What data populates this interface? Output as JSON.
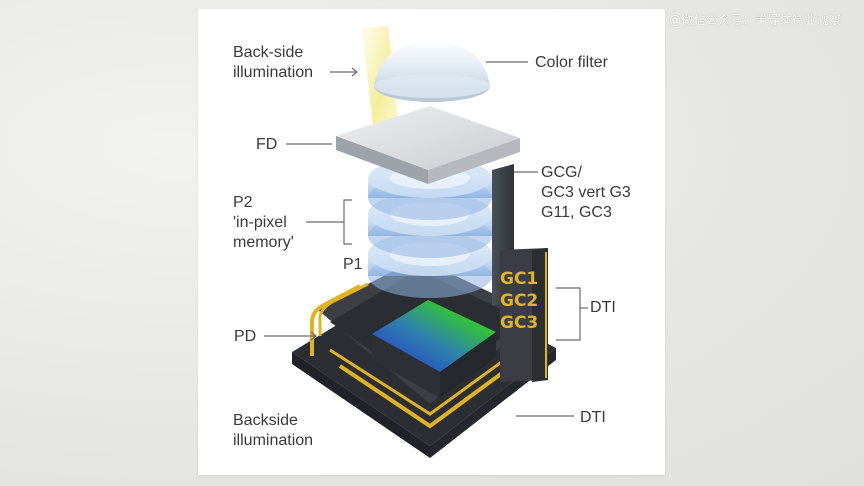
{
  "watermark": "@微信公众号：半导体行业观察",
  "labels": {
    "back_side_illumination_top_line1": "Back-side",
    "back_side_illumination_top_line2": "illumination",
    "color_filter": "Color filter",
    "fd": "FD",
    "gcg_line1": "GCG/",
    "gcg_line2": "GC3 vert G3",
    "gcg_line3": "G11, GC3",
    "p2_line1": "P2",
    "p2_line2": "'in-pixel",
    "p2_line3": "memory'",
    "p1": "P1",
    "gc1": "GC1",
    "gc2": "GC2",
    "gc3": "GC3",
    "dti_right": "DTI",
    "pd": "PD",
    "backside_illumination_bottom_line1": "Backside",
    "backside_illumination_bottom_line2": "illumination",
    "dti_bottom": "DTI"
  },
  "colors": {
    "frame_dark": "#3d4147",
    "gold_trace": "#e3b21f",
    "pd_green": "#35c23a",
    "pd_blue": "#2a48d8",
    "memory_ring_blue": "#a7c8ee",
    "fd_plate": "#d7d9dc",
    "light_beam": "#f5ef9a"
  }
}
